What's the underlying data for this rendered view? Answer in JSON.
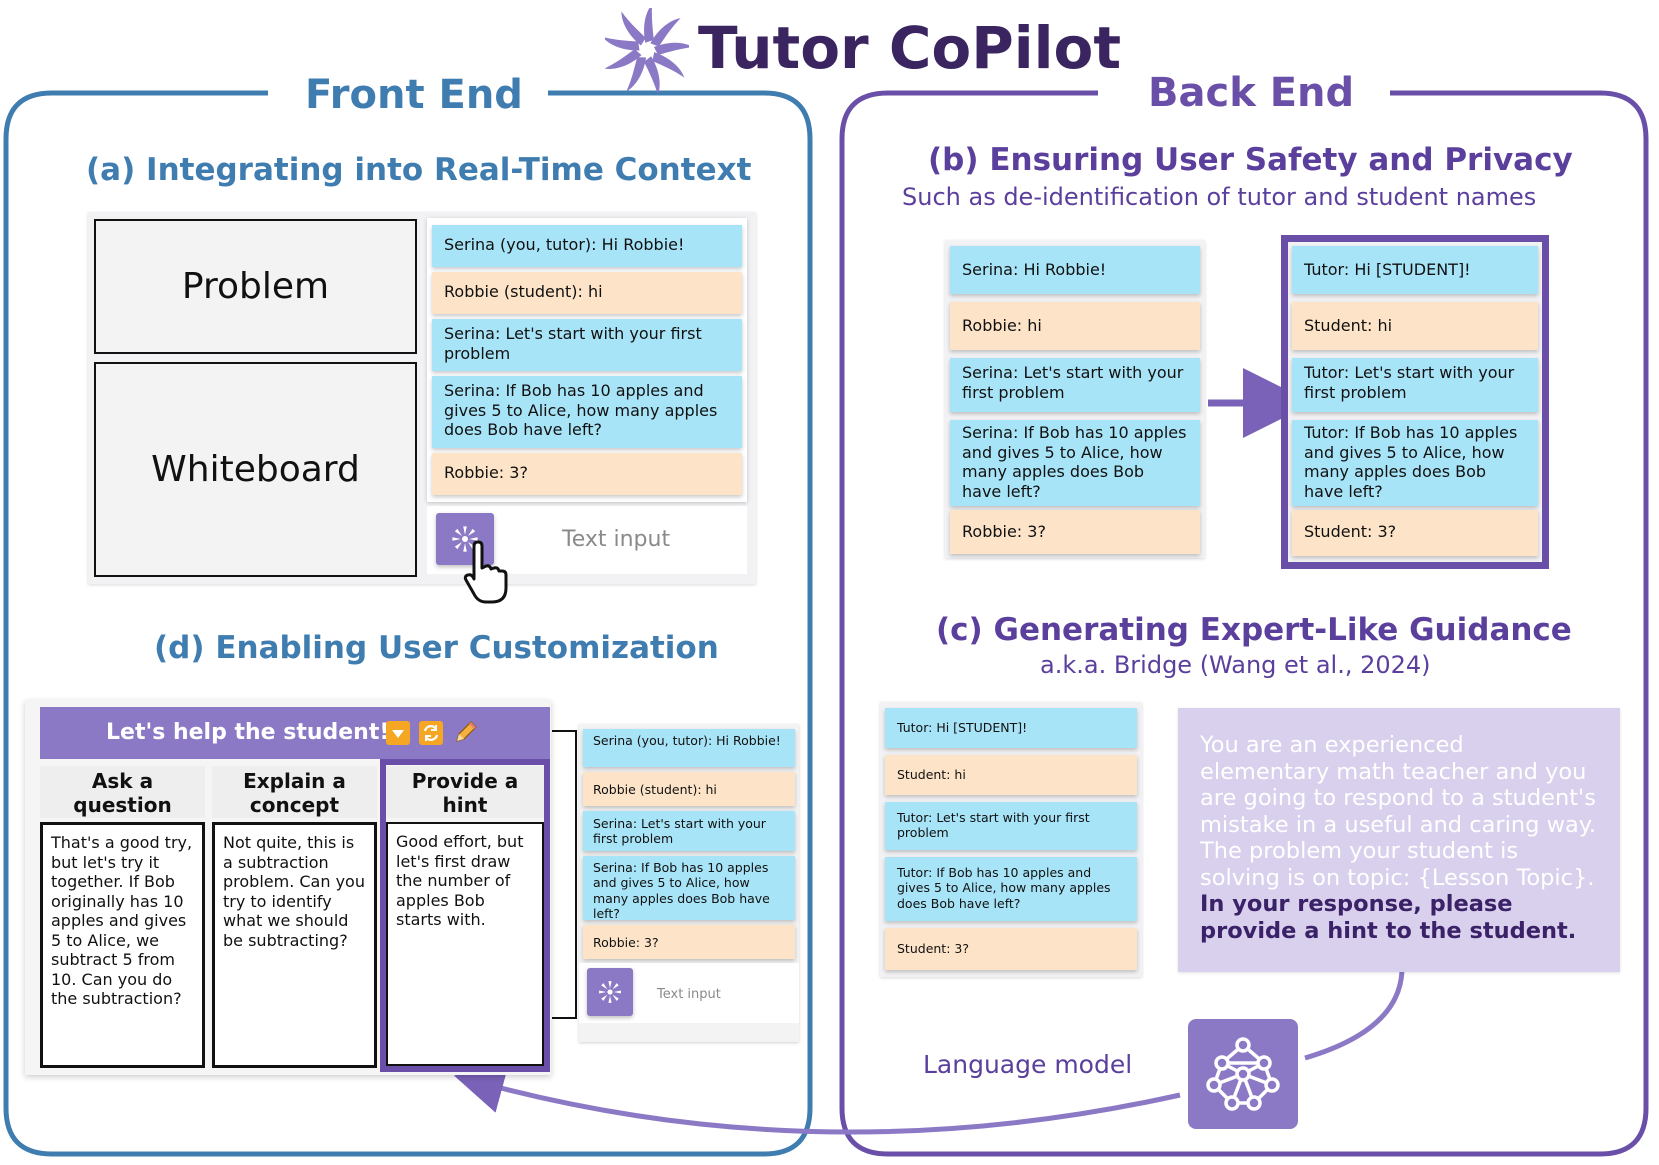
{
  "header": {
    "title": "Tutor CoPilot",
    "front_end": "Front End",
    "back_end": "Back End"
  },
  "section_a": {
    "title": "(a) Integrating into Real-Time Context",
    "problem_label": "Problem",
    "whiteboard_label": "Whiteboard",
    "chat": [
      "Serina (you, tutor): Hi Robbie!",
      "Robbie (student): hi",
      "Serina: Let's start with your first problem",
      "Serina: If Bob has 10 apples and gives 5 to Alice, how many apples does Bob have left?",
      "Robbie: 3?"
    ],
    "text_input": "Text input"
  },
  "section_b": {
    "title": "(b) Ensuring User Safety and Privacy",
    "subtitle": "Such as de-identification of tutor and student names",
    "original": [
      "Serina: Hi Robbie!",
      "Robbie: hi",
      "Serina: Let's start with your first problem",
      "Serina: If Bob has 10 apples and gives 5 to Alice, how many apples does Bob have left?",
      "Robbie: 3?"
    ],
    "deidentified": [
      "Tutor: Hi [STUDENT]!",
      "Student: hi",
      "Tutor: Let's start with your first problem",
      "Tutor: If Bob has 10 apples and gives 5 to Alice, how many apples does Bob have left?",
      "Student: 3?"
    ]
  },
  "section_c": {
    "title": "(c) Generating Expert-Like Guidance",
    "subtitle": "a.k.a. Bridge (Wang et al., 2024)",
    "chat": [
      "Tutor: Hi [STUDENT]!",
      "Student: hi",
      "Tutor: Let's start with your first problem",
      "Tutor: If Bob has 10 apples and gives 5 to Alice, how many apples does Bob have left?",
      "Student: 3?"
    ],
    "prompt_plain": "You are an experienced elementary math teacher and you are going to respond to a student's mistake in a useful and caring way. The problem your student is solving is on topic: {Lesson Topic}.",
    "prompt_bold": "In your response, please provide a hint to the student.",
    "language_model": "Language model"
  },
  "section_d": {
    "title": "(d) Enabling User Customization",
    "bar_label": "Let's help the student!",
    "options": [
      {
        "label": "Ask a question",
        "text": "That's a good try, but let's try it together. If Bob originally has 10 apples and gives 5 to Alice, we subtract 5 from 10. Can you do the subtraction?"
      },
      {
        "label": "Explain a concept",
        "text": "Not quite, this is a subtraction problem. Can you try to identify what we should be subtracting?"
      },
      {
        "label": "Provide a hint",
        "text": "Good effort, but let's first draw the number of apples Bob starts with."
      }
    ],
    "chat": [
      "Serina (you, tutor): Hi Robbie!",
      "Robbie (student): hi",
      "Serina: Let's start with your first problem",
      "Serina: If Bob has 10 apples and gives 5 to Alice, how many apples does Bob have left?",
      "Robbie: 3?"
    ],
    "text_input": "Text input"
  },
  "colors": {
    "front_end_blue": "#3f7cb0",
    "back_end_purple": "#6a4fa8",
    "tutor_bubble": "#a8e4f7",
    "student_bubble": "#fde4c8",
    "accent_purple": "#8c79c6"
  }
}
